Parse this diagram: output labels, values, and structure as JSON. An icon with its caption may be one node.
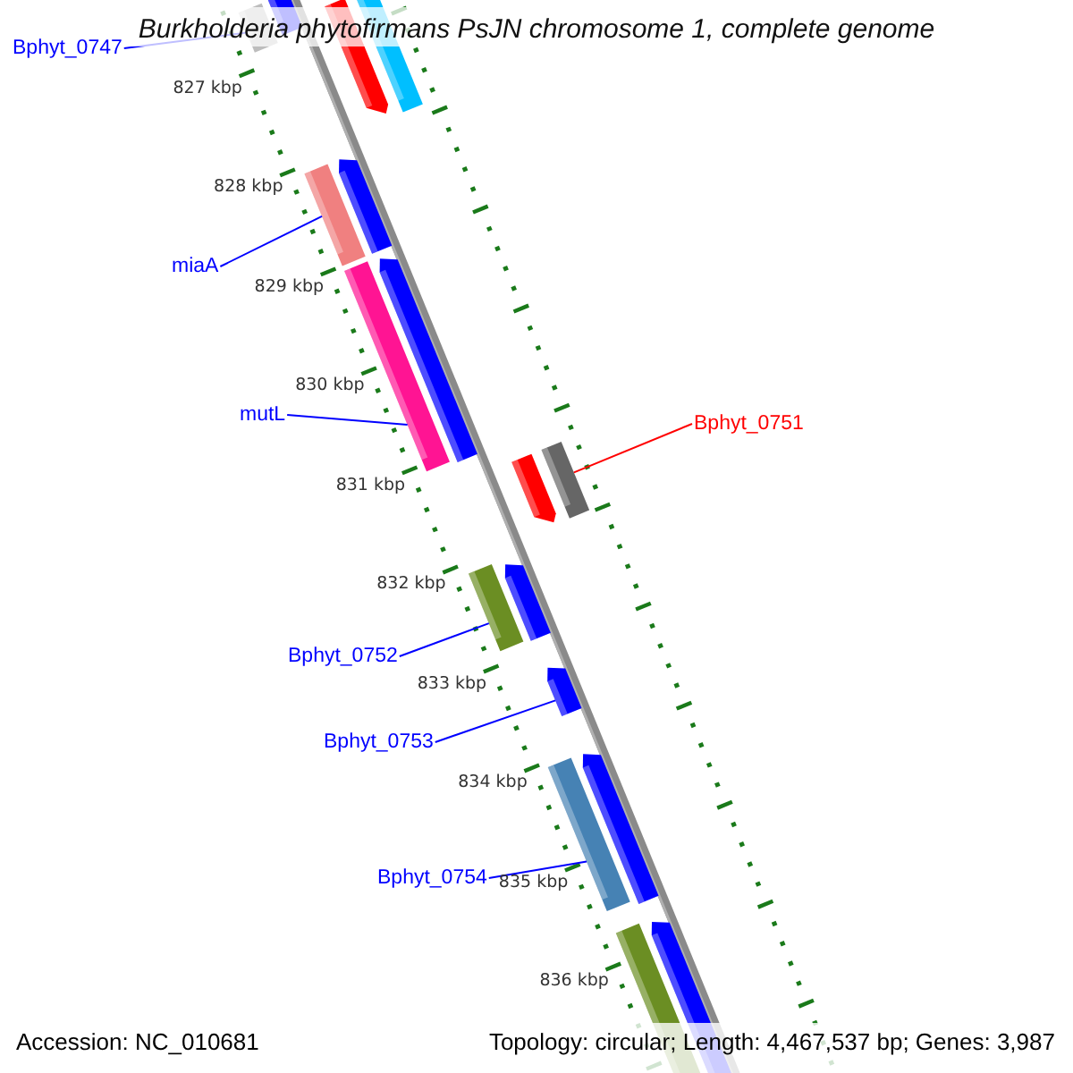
{
  "diagram": {
    "title": "Burkholderia phytofirmans PsJN chromosome 1, complete genome",
    "nodes": [
      {
        "text": [
          "Bphyt_0747"
        ]
      },
      {
        "text": [],
        "shape": "bar"
      },
      {
        "text": [
          "miaA"
        ]
      },
      {
        "text": [],
        "shape": "bar"
      },
      {
        "text": [
          "mutL"
        ]
      },
      {
        "text": [],
        "shape": "bar"
      },
      {
        "text": [
          "Bphyt_0751"
        ]
      },
      {
        "text": [],
        "shape": "bar"
      },
      {
        "text": [
          "Bphyt_0752"
        ]
      },
      {
        "text": [],
        "shape": "bar"
      },
      {
        "text": [],
        "shape": "bar"
      },
      {
        "text": [
          "Bphyt_0753"
        ]
      },
      {
        "text": [
          "Bphyt_0754"
        ]
      },
      {
        "text": [],
        "shape": "bar"
      }
    ],
    "edges": [
      {
        "from": 0,
        "to": 1,
        "arrow": "none"
      },
      {
        "from": 2,
        "to": 3,
        "arrow": "none"
      },
      {
        "from": 4,
        "to": 5,
        "arrow": "none"
      },
      {
        "from": 6,
        "to": 7,
        "arrow": "none",
        "color": "#ff0000"
      },
      {
        "from": 8,
        "to": 9,
        "arrow": "none"
      },
      {
        "from": 11,
        "to": 10,
        "arrow": "none"
      },
      {
        "from": 12,
        "to": 13,
        "arrow": "none"
      }
    ],
    "labels": [
      "827 kbp",
      "828 kbp",
      "829 kbp",
      "830 kbp",
      "831 kbp",
      "832 kbp",
      "833 kbp",
      "834 kbp",
      "835 kbp",
      "836 kbp",
      "Accession: NC_010681",
      "Topology: circular; Length: 4,467,537 bp; Genes: 3,987"
    ]
  }
}
